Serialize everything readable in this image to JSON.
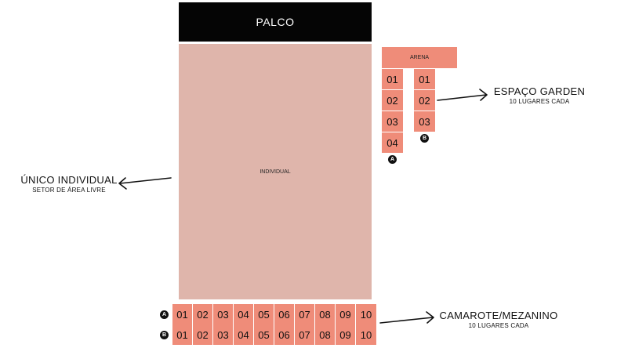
{
  "stage": {
    "label": "PALCO"
  },
  "individual_area": {
    "label": "INDIVIDUAL"
  },
  "arena": {
    "header": "ARENA",
    "column_a": {
      "letter": "A",
      "seats": [
        "01",
        "02",
        "03",
        "04"
      ]
    },
    "column_b": {
      "letter": "B",
      "seats": [
        "01",
        "02",
        "03"
      ]
    }
  },
  "camarote": {
    "row_a": {
      "letter": "A",
      "seats": [
        "01",
        "02",
        "03",
        "04",
        "05",
        "06",
        "07",
        "08",
        "09",
        "10"
      ]
    },
    "row_b": {
      "letter": "B",
      "seats": [
        "01",
        "02",
        "03",
        "04",
        "05",
        "06",
        "07",
        "08",
        "09",
        "10"
      ]
    }
  },
  "labels": {
    "garden": {
      "title": "ESPAÇO GARDEN",
      "subtitle": "10 LUGARES CADA"
    },
    "unico": {
      "title": "ÚNICO INDIVIDUAL",
      "subtitle": "SETOR DE ÁREA LIVRE"
    },
    "camarote": {
      "title": "CAMAROTE/MEZANINO",
      "subtitle": "10 LUGARES CADA"
    }
  },
  "colors": {
    "stage": "#050505",
    "individual": "#dfb5ab",
    "seat": "#ef8c79"
  }
}
